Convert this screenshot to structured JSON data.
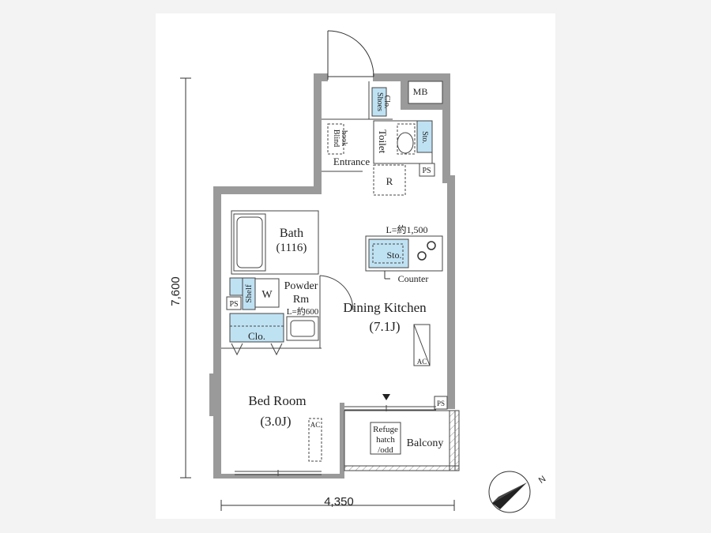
{
  "plan": {
    "dimensions": {
      "height": "7,600",
      "width": "4,350"
    },
    "rooms": {
      "mb": "MB",
      "shoes_clo_1": "Shoes",
      "shoes_clo_2": "Clo.",
      "blind_hook_1": "Blind",
      "blind_hook_2": "hook",
      "entrance": "Entrance",
      "toilet": "Toilet",
      "toilet_sto": "Sto.",
      "ps_top": "PS",
      "r": "R",
      "counter_length": "L=約1,500",
      "kitchen_sto": "Sto.",
      "counter": "Counter",
      "bath": "Bath",
      "bath_size": "(1116)",
      "shelf": "Shelf",
      "w": "W",
      "powder_1": "Powder",
      "powder_2": "Rm",
      "vanity_length": "L=約600",
      "ps_left": "PS",
      "clo": "Clo.",
      "dining_kitchen": "Dining Kitchen",
      "dk_size": "(7.1J)",
      "ac_dk": "AC",
      "bedroom": "Bed Room",
      "bedroom_size": "(3.0J)",
      "ac_bed": "AC",
      "ps_right": "PS",
      "refuge_1": "Refuge",
      "refuge_2": "hatch",
      "refuge_3": "/odd",
      "balcony": "Balcony"
    },
    "compass": {
      "north": "N"
    },
    "colors": {
      "wall": "#9a9a9a",
      "fixture_blue": "#bfe2f3",
      "line": "#222222"
    }
  }
}
